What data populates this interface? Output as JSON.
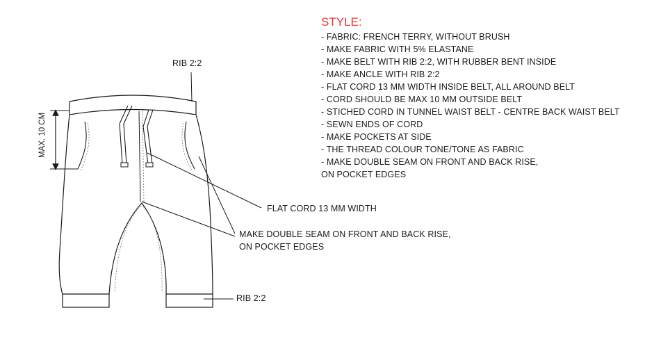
{
  "style_header": {
    "title": "STYLE:",
    "title_color": "#e8333a",
    "items": [
      "- FABRIC: FRENCH TERRY, WITHOUT BRUSH",
      "- MAKE FABRIC WITH 5% ELASTANE",
      "- MAKE BELT WITH RIB 2:2, WITH RUBBER BENT INSIDE",
      "- MAKE ANCLE WITH RIB 2:2",
      "- FLAT CORD 13 MM WIDTH INSIDE BELT, ALL AROUND BELT",
      "- CORD SHOULD BE MAX 10 MM OUTSIDE BELT",
      "- STICHED CORD IN TUNNEL WAIST BELT - CENTRE BACK WAIST BELT",
      "- SEWN ENDS OF CORD",
      "- MAKE POCKETS AT SIDE",
      "- THE THREAD COLOUR TONE/TONE AS FABRIC",
      "- MAKE DOUBLE SEAM ON FRONT AND BACK RISE,",
      "ON POCKET EDGES"
    ]
  },
  "callouts": {
    "rib_top": "RIB 2:2",
    "flat_cord": "FLAT CORD 13 MM WIDTH",
    "double_seam_line1": "MAKE DOUBLE SEAM ON FRONT AND BACK RISE,",
    "double_seam_line2": "ON POCKET EDGES",
    "rib_bottom": "RIB 2:2"
  },
  "dimension": {
    "label": "MAX. 10 CM"
  },
  "colors": {
    "line": "#1a1a1a",
    "stitch": "#777777"
  }
}
